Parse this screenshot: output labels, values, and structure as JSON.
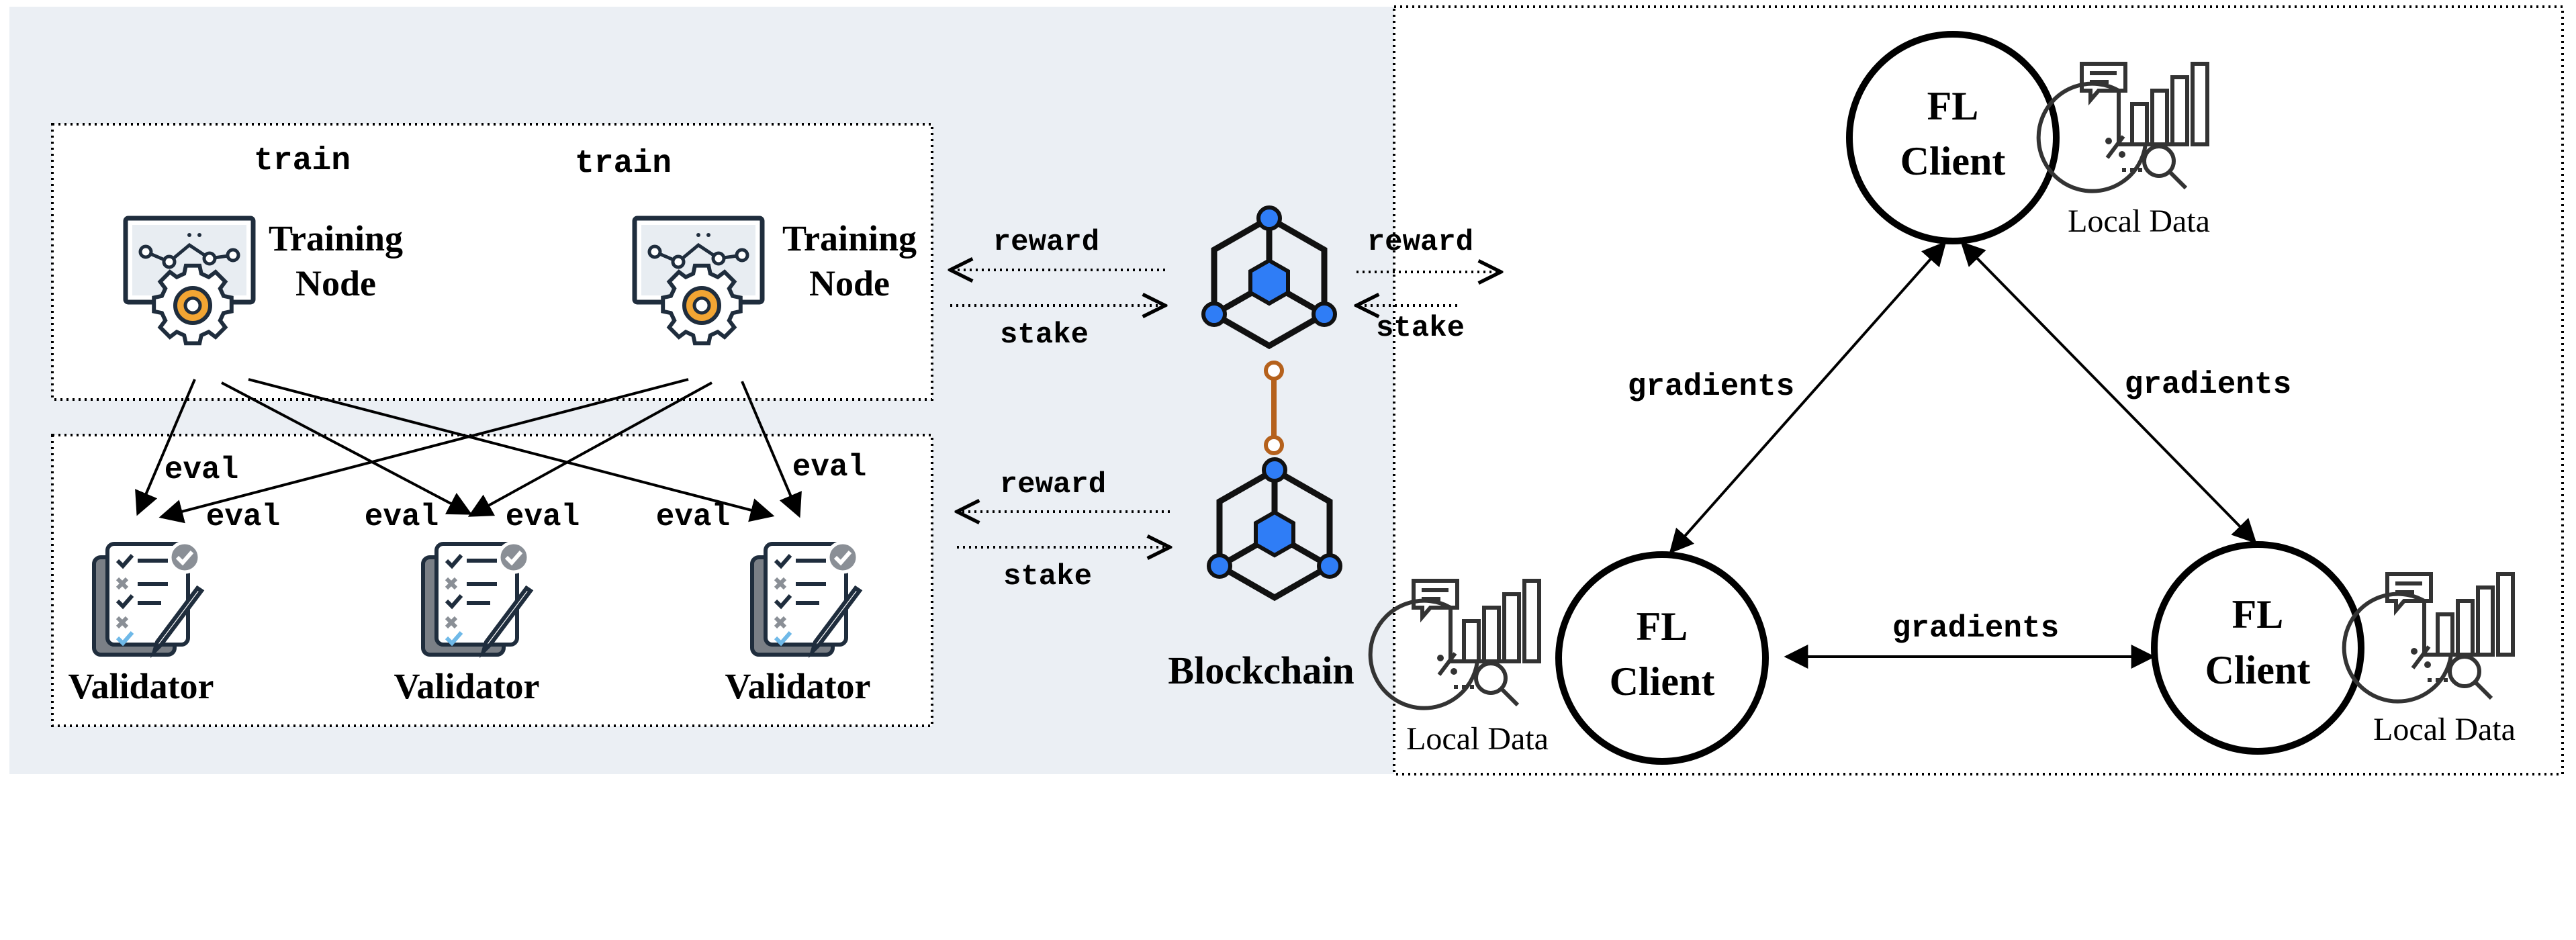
{
  "left_panel": {
    "train_labels": [
      "train",
      "train"
    ],
    "training_nodes": [
      {
        "label_line1": "Training",
        "label_line2": "Node"
      },
      {
        "label_line1": "Training",
        "label_line2": "Node"
      }
    ],
    "eval_labels": [
      "eval",
      "eval",
      "eval",
      "eval",
      "eval",
      "eval"
    ],
    "validators": [
      {
        "label": "Validator"
      },
      {
        "label": "Validator"
      },
      {
        "label": "Validator"
      }
    ]
  },
  "middle": {
    "upper_reward": "reward",
    "upper_stake": "stake",
    "lower_reward": "reward",
    "lower_stake": "stake",
    "right_reward": "reward",
    "right_stake": "stake",
    "blockchain_label": "Blockchain"
  },
  "right_panel": {
    "clients": [
      {
        "line1": "FL",
        "line2": "Client"
      },
      {
        "line1": "FL",
        "line2": "Client"
      },
      {
        "line1": "FL",
        "line2": "Client"
      }
    ],
    "local_data_labels": [
      "Local Data",
      "Local Data",
      "Local Data"
    ],
    "gradient_labels": [
      "gradients",
      "gradients",
      "gradients"
    ]
  },
  "colors": {
    "panel_bg": "#ebeff4",
    "node_blue": "#2f7df6",
    "link_orange": "#b5611c",
    "gear_orange": "#f2a533",
    "icon_dark": "#1f2d3d"
  }
}
